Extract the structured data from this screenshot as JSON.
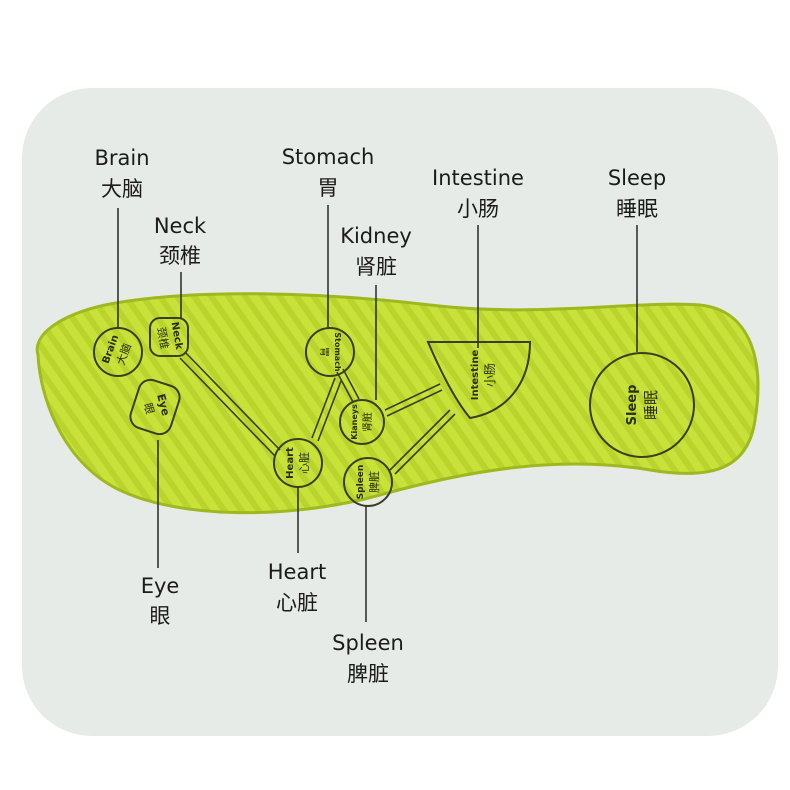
{
  "zones": [
    {
      "key": "brain",
      "en": "Brain",
      "zh": "大脑",
      "inner_en": "Brain",
      "inner_zh": "大脑"
    },
    {
      "key": "neck",
      "en": "Neck",
      "zh": "颈椎",
      "inner_en": "Neck",
      "inner_zh": "颈椎"
    },
    {
      "key": "eye",
      "en": "Eye",
      "zh": "眼",
      "inner_en": "Eye",
      "inner_zh": "眼"
    },
    {
      "key": "stomach",
      "en": "Stomach",
      "zh": "胃",
      "inner_en": "Stomach",
      "inner_zh": "胃"
    },
    {
      "key": "kidney",
      "en": "Kidney",
      "zh": "肾脏",
      "inner_en": "Kianeys",
      "inner_zh": "肾脏"
    },
    {
      "key": "heart",
      "en": "Heart",
      "zh": "心脏",
      "inner_en": "Heart",
      "inner_zh": "心脏"
    },
    {
      "key": "spleen",
      "en": "Spleen",
      "zh": "脾脏",
      "inner_en": "Spleen",
      "inner_zh": "脾脏"
    },
    {
      "key": "intestine",
      "en": "Intestine",
      "zh": "小肠",
      "inner_en": "Intestine",
      "inner_zh": "小肠"
    },
    {
      "key": "sleep",
      "en": "Sleep",
      "zh": "睡眠",
      "inner_en": "Sleep",
      "inner_zh": "睡眠"
    }
  ],
  "colors": {
    "panel": "#e6ebe8",
    "insole": "#c8e23a",
    "insole_stripe": "#b9d42c",
    "insole_edge": "#9fb81f",
    "stroke": "#3a3f22",
    "leader": "#333333"
  }
}
